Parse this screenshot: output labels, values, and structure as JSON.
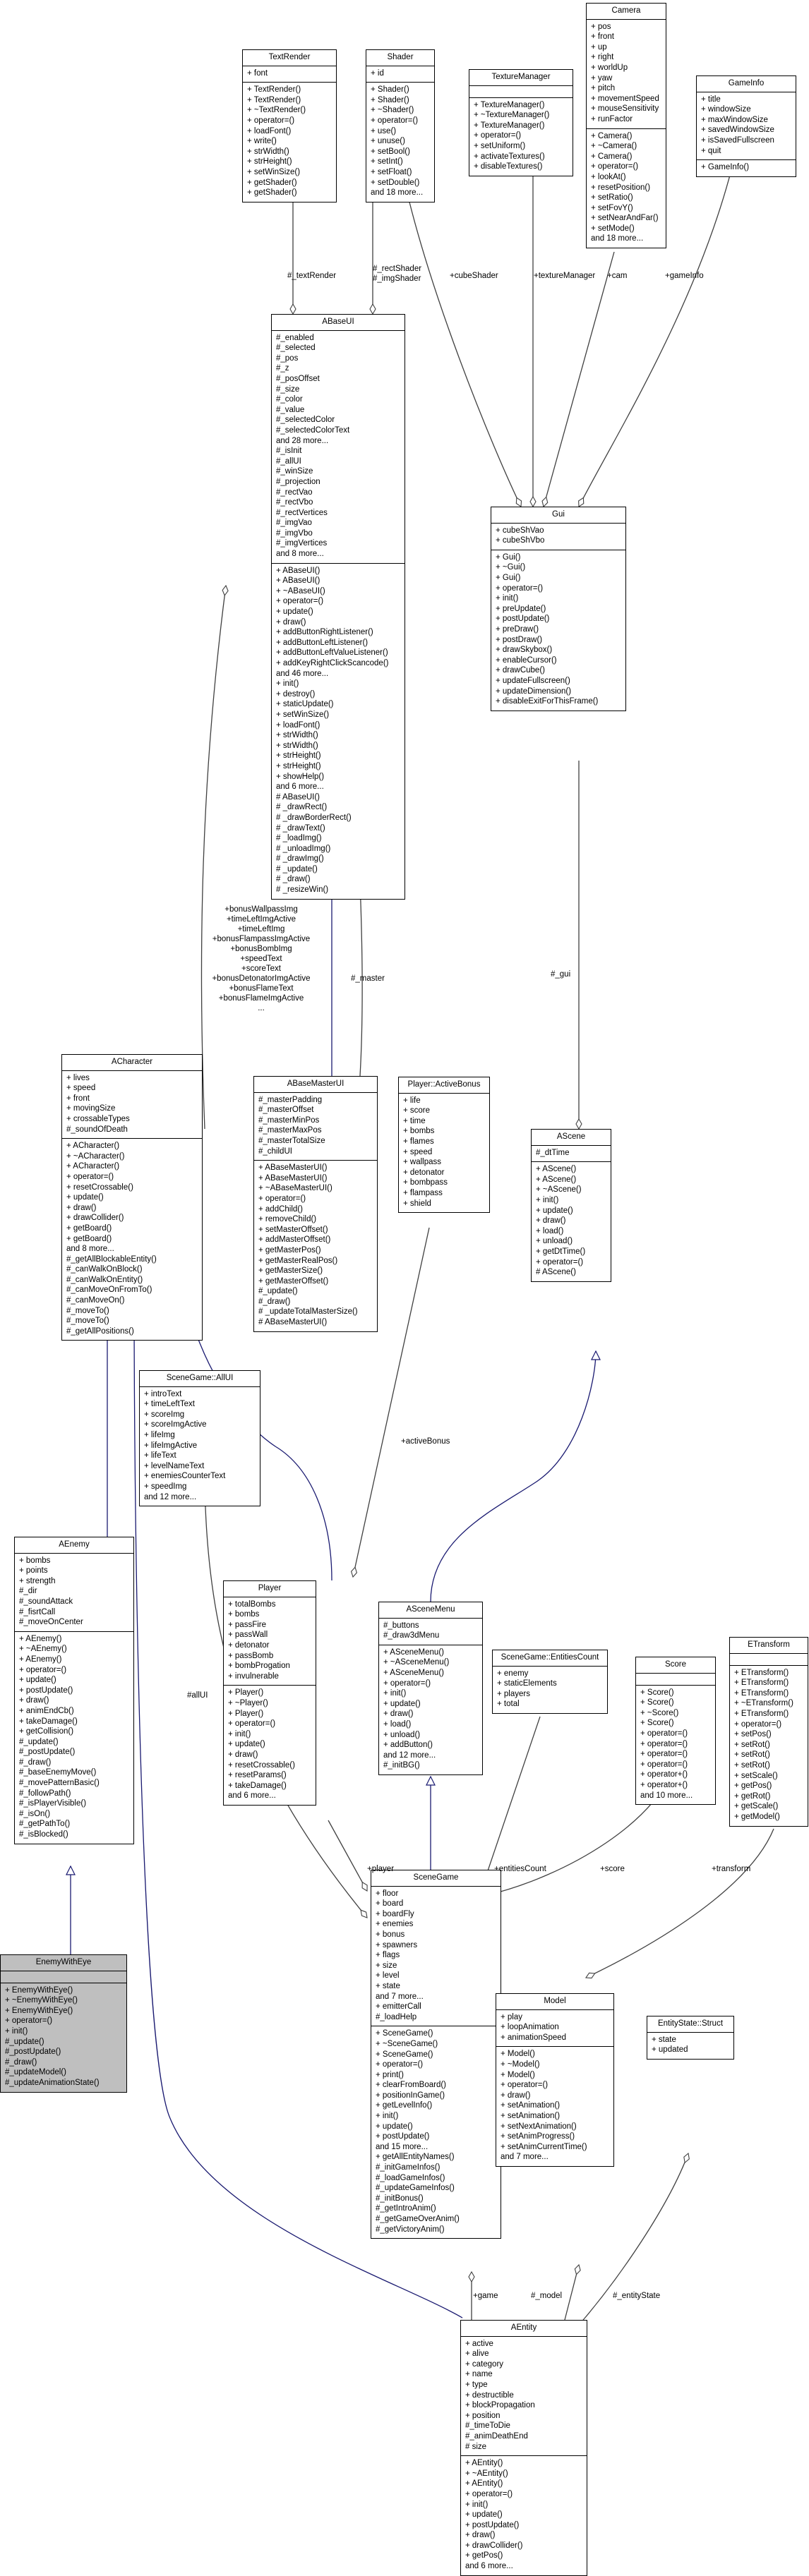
{
  "classes": [
    {
      "id": "TextRender",
      "title": "TextRender",
      "attributes": [
        "+ font"
      ],
      "methods": [
        "+ TextRender()",
        "+ TextRender()",
        "+ ~TextRender()",
        "+ operator=()",
        "+ loadFont()",
        "+ write()",
        "+ strWidth()",
        "+ strHeight()",
        "+ setWinSize()",
        "+ getShader()",
        "+ getShader()"
      ]
    },
    {
      "id": "Shader",
      "title": "Shader",
      "attributes": [
        "+ id"
      ],
      "methods": [
        "+ Shader()",
        "+ Shader()",
        "+ ~Shader()",
        "+ operator=()",
        "+ use()",
        "+ unuse()",
        "+ setBool()",
        "+ setInt()",
        "+ setFloat()",
        "+ setDouble()",
        "and 18 more..."
      ]
    },
    {
      "id": "TextureManager",
      "title": "TextureManager",
      "attributes": [],
      "methods": [
        "+ TextureManager()",
        "+ ~TextureManager()",
        "+ TextureManager()",
        "+ operator=()",
        "+ setUniform()",
        "+ activateTextures()",
        "+ disableTextures()"
      ]
    },
    {
      "id": "Camera",
      "title": "Camera",
      "attributes": [
        "+ pos",
        "+ front",
        "+ up",
        "+ right",
        "+ worldUp",
        "+ yaw",
        "+ pitch",
        "+ movementSpeed",
        "+ mouseSensitivity",
        "+ runFactor"
      ],
      "methods": [
        "+ Camera()",
        "+ ~Camera()",
        "+ Camera()",
        "+ operator=()",
        "+ lookAt()",
        "+ resetPosition()",
        "+ setRatio()",
        "+ setFovY()",
        "+ setNearAndFar()",
        "+ setMode()",
        "and 18 more..."
      ]
    },
    {
      "id": "GameInfo",
      "title": "GameInfo",
      "attributes": [
        "+ title",
        "+ windowSize",
        "+ maxWindowSize",
        "+ savedWindowSize",
        "+ isSavedFullscreen",
        "+ quit"
      ],
      "methods": [
        "+ GameInfo()"
      ]
    },
    {
      "id": "ABaseUI",
      "title": "ABaseUI",
      "attributes": [
        "#_enabled",
        "#_selected",
        "#_pos",
        "#_z",
        "#_posOffset",
        "#_size",
        "#_color",
        "#_value",
        "#_selectedColor",
        "#_selectedColorText",
        "and 28 more...",
        "#_isInit",
        "#_allUI",
        "#_winSize",
        "#_projection",
        "#_rectVao",
        "#_rectVbo",
        "#_rectVertices",
        "#_imgVao",
        "#_imgVbo",
        "#_imgVertices",
        "and 8 more..."
      ],
      "methods": [
        "+ ABaseUI()",
        "+ ABaseUI()",
        "+ ~ABaseUI()",
        "+ operator=()",
        "+ update()",
        "+ draw()",
        "+ addButtonRightListener()",
        "+ addButtonLeftListener()",
        "+ addButtonLeftValueListener()",
        "+ addKeyRightClickScancode()",
        "and 46 more...",
        "+ init()",
        "+ destroy()",
        "+ staticUpdate()",
        "+ setWinSize()",
        "+ loadFont()",
        "+ strWidth()",
        "+ strWidth()",
        "+ strHeight()",
        "+ strHeight()",
        "+ showHelp()",
        "and 6 more...",
        "# ABaseUI()",
        "# _drawRect()",
        "# _drawBorderRect()",
        "# _drawText()",
        "# _loadImg()",
        "# _unloadImg()",
        "# _drawImg()",
        "# _update()",
        "# _draw()",
        "# _resizeWin()"
      ]
    },
    {
      "id": "Gui",
      "title": "Gui",
      "attributes": [
        "+ cubeShVao",
        "+ cubeShVbo"
      ],
      "methods": [
        "+ Gui()",
        "+ ~Gui()",
        "+ Gui()",
        "+ operator=()",
        "+ init()",
        "+ preUpdate()",
        "+ postUpdate()",
        "+ preDraw()",
        "+ postDraw()",
        "+ drawSkybox()",
        "+ enableCursor()",
        "+ drawCube()",
        "+ updateFullscreen()",
        "+ updateDimension()",
        "+ disableExitForThisFrame()"
      ]
    },
    {
      "id": "ACharacter",
      "title": "ACharacter",
      "attributes": [
        "+ lives",
        "+ speed",
        "+ front",
        "+ movingSize",
        "+ crossableTypes",
        "#_soundOfDeath"
      ],
      "methods": [
        "+ ACharacter()",
        "+ ~ACharacter()",
        "+ ACharacter()",
        "+ operator=()",
        "+ resetCrossable()",
        "+ update()",
        "+ draw()",
        "+ drawCollider()",
        "+ getBoard()",
        "+ getBoard()",
        "and 8 more...",
        "#_getAllBlockableEntity()",
        "#_canWalkOnBlock()",
        "#_canWalkOnEntity()",
        "#_canMoveOnFromTo()",
        "#_canMoveOn()",
        "#_moveTo()",
        "#_moveTo()",
        "#_getAllPositions()"
      ]
    },
    {
      "id": "ABaseMasterUI",
      "title": "ABaseMasterUI",
      "attributes": [
        "#_masterPadding",
        "#_masterOffset",
        "#_masterMinPos",
        "#_masterMaxPos",
        "#_masterTotalSize",
        "#_childUI"
      ],
      "methods": [
        "+ ABaseMasterUI()",
        "+ ABaseMasterUI()",
        "+ ~ABaseMasterUI()",
        "+ operator=()",
        "+ addChild()",
        "+ removeChild()",
        "+ setMasterOffset()",
        "+ addMasterOffset()",
        "+ getMasterPos()",
        "+ getMasterRealPos()",
        "+ getMasterSize()",
        "+ getMasterOffset()",
        "#_update()",
        "#_draw()",
        "# _updateTotalMasterSize()",
        "# ABaseMasterUI()"
      ]
    },
    {
      "id": "ActiveBonus",
      "title": "Player::ActiveBonus",
      "attributes": [
        "+ life",
        "+ score",
        "+ time",
        "+ bombs",
        "+ flames",
        "+ speed",
        "+ wallpass",
        "+ detonator",
        "+ bombpass",
        "+ flampass",
        "+ shield"
      ],
      "methods": null
    },
    {
      "id": "AScene",
      "title": "AScene",
      "attributes": [
        "#_dtTime"
      ],
      "methods": [
        "+ AScene()",
        "+ AScene()",
        "+ ~AScene()",
        "+ init()",
        "+ update()",
        "+ draw()",
        "+ load()",
        "+ unload()",
        "+ getDtTime()",
        "+ operator=()",
        "# AScene()"
      ]
    },
    {
      "id": "AllUI",
      "title": "SceneGame::AllUI",
      "attributes": [
        "+ introText",
        "+ timeLeftText",
        "+ scoreImg",
        "+ scoreImgActive",
        "+ lifeImg",
        "+ lifeImgActive",
        "+ lifeText",
        "+ levelNameText",
        "+ enemiesCounterText",
        "+ speedImg",
        "and 12 more..."
      ],
      "methods": null
    },
    {
      "id": "AEnemy",
      "title": "AEnemy",
      "attributes": [
        "+ bombs",
        "+ points",
        "+ strength",
        "#_dir",
        "#_soundAttack",
        "#_fisrtCall",
        "#_moveOnCenter"
      ],
      "methods": [
        "+ AEnemy()",
        "+ ~AEnemy()",
        "+ AEnemy()",
        "+ operator=()",
        "+ update()",
        "+ postUpdate()",
        "+ draw()",
        "+ animEndCb()",
        "+ takeDamage()",
        "+ getCollision()",
        "#_update()",
        "#_postUpdate()",
        "#_draw()",
        "#_baseEnemyMove()",
        "#_movePatternBasic()",
        "#_followPath()",
        "#_isPlayerVisible()",
        "#_isOn()",
        "#_getPathTo()",
        "#_isBlocked()"
      ]
    },
    {
      "id": "Player",
      "title": "Player",
      "attributes": [
        "+ totalBombs",
        "+ bombs",
        "+ passFire",
        "+ passWall",
        "+ detonator",
        "+ passBomb",
        "+ bombProgation",
        "+ invulnerable"
      ],
      "methods": [
        "+ Player()",
        "+ ~Player()",
        "+ Player()",
        "+ operator=()",
        "+ init()",
        "+ update()",
        "+ draw()",
        "+ resetCrossable()",
        "+ resetParams()",
        "+ takeDamage()",
        "and 6 more..."
      ]
    },
    {
      "id": "ASceneMenu",
      "title": "ASceneMenu",
      "attributes": [
        "#_buttons",
        "#_draw3dMenu"
      ],
      "methods": [
        "+ ASceneMenu()",
        "+ ~ASceneMenu()",
        "+ ASceneMenu()",
        "+ operator=()",
        "+ init()",
        "+ update()",
        "+ draw()",
        "+ load()",
        "+ unload()",
        "+ addButton()",
        "and 12 more...",
        "#_initBG()"
      ]
    },
    {
      "id": "EntitiesCount",
      "title": "SceneGame::EntitiesCount",
      "attributes": [
        "+ enemy",
        "+ staticElements",
        "+ players",
        "+ total"
      ],
      "methods": null
    },
    {
      "id": "Score",
      "title": "Score",
      "attributes": [],
      "methods": [
        "+ Score()",
        "+ Score()",
        "+ ~Score()",
        "+ Score()",
        "+ operator=()",
        "+ operator=()",
        "+ operator=()",
        "+ operator=()",
        "+ operator+()",
        "+ operator+()",
        "and 10 more..."
      ]
    },
    {
      "id": "ETransform",
      "title": "ETransform",
      "attributes": [],
      "methods": [
        "+ ETransform()",
        "+ ETransform()",
        "+ ETransform()",
        "+ ~ETransform()",
        "+ ETransform()",
        "+ operator=()",
        "+ setPos()",
        "+ setRot()",
        "+ setRot()",
        "+ setRot()",
        "+ setScale()",
        "+ getPos()",
        "+ getRot()",
        "+ getScale()",
        "+ getModel()"
      ]
    },
    {
      "id": "EnemyWithEye",
      "title": "EnemyWithEye",
      "highlight": true,
      "attributes": [],
      "methods": [
        "+ EnemyWithEye()",
        "+ ~EnemyWithEye()",
        "+ EnemyWithEye()",
        "+ operator=()",
        "+ init()",
        "#_update()",
        "#_postUpdate()",
        "#_draw()",
        "#_updateModel()",
        "#_updateAnimationState()"
      ]
    },
    {
      "id": "SceneGame",
      "title": "SceneGame",
      "attributes": [
        "+ floor",
        "+ board",
        "+ boardFly",
        "+ enemies",
        "+ bonus",
        "+ spawners",
        "+ flags",
        "+ size",
        "+ level",
        "+ state",
        "and 7 more...",
        "+ emitterCall",
        "#_loadHelp"
      ],
      "methods": [
        "+ SceneGame()",
        "+ ~SceneGame()",
        "+ SceneGame()",
        "+ operator=()",
        "+ print()",
        "+ clearFromBoard()",
        "+ positionInGame()",
        "+ getLevelInfo()",
        "+ init()",
        "+ update()",
        "+ postUpdate()",
        "and 15 more...",
        "+ getAllEntityNames()",
        "#_initGameInfos()",
        "#_loadGameInfos()",
        "#_updateGameInfos()",
        "#_initBonus()",
        "#_getIntroAnim()",
        "#_getGameOverAnim()",
        "#_getVictoryAnim()"
      ]
    },
    {
      "id": "Model",
      "title": "Model",
      "attributes": [
        "+ play",
        "+ loopAnimation",
        "+ animationSpeed"
      ],
      "methods": [
        "+ Model()",
        "+ ~Model()",
        "+ Model()",
        "+ operator=()",
        "+ draw()",
        "+ setAnimation()",
        "+ setAnimation()",
        "+ setNextAnimation()",
        "+ setAnimProgress()",
        "+ setAnimCurrentTime()",
        "and 7 more..."
      ]
    },
    {
      "id": "EntityState",
      "title": "EntityState::Struct",
      "attributes": [
        "+ state",
        "+ updated"
      ],
      "methods": null
    },
    {
      "id": "AEntity",
      "title": "AEntity",
      "attributes": [
        "+ active",
        "+ alive",
        "+ category",
        "+ name",
        "+ type",
        "+ destructible",
        "+ blockPropagation",
        "+ position",
        "#_timeToDie",
        "#_animDeathEnd",
        "# size"
      ],
      "methods": [
        "+ AEntity()",
        "+ ~AEntity()",
        "+ AEntity()",
        "+ operator=()",
        "+ init()",
        "+ update()",
        "+ postUpdate()",
        "+ draw()",
        "+ drawCollider()",
        "+ getPos()",
        "and 6 more..."
      ]
    }
  ],
  "edge_labels": {
    "textRender": "#_textRender",
    "shaders": [
      "#_rectShader",
      "#_imgShader"
    ],
    "cubeShader": "+cubeShader",
    "textureManager": "+textureManager",
    "cam": "+cam",
    "gameInfo": "+gameInfo",
    "gui": "#_gui",
    "master": "#_master",
    "allUI_members": [
      "+bonusWallpassImg",
      "+timeLeftImgActive",
      "+timeLeftImg",
      "+bonusFlampassImgActive",
      "+bonusBombImg",
      "+speedText",
      "+scoreText",
      "+bonusDetonatorImgActive",
      "+bonusFlameText",
      "+bonusFlameImgActive",
      "..."
    ],
    "activeBonus": "+activeBonus",
    "allUI": "#allUI",
    "player": "+player",
    "entitiesCount": "+entitiesCount",
    "score": "+score",
    "transform": "+transform",
    "game": "+game",
    "model": "#_model",
    "entityState": "#_entityState"
  }
}
